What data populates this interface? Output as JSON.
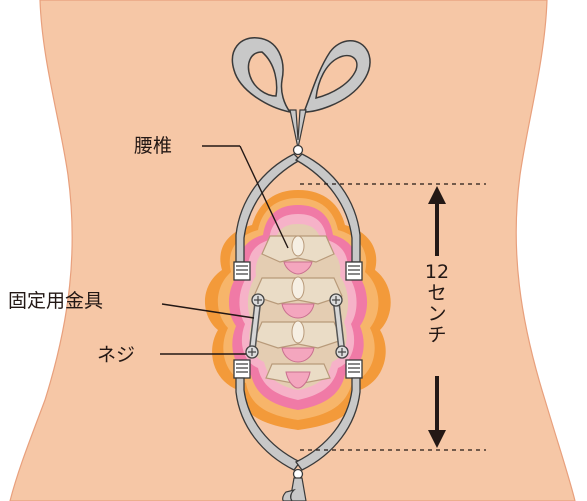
{
  "labels": {
    "lumbar": "腰椎",
    "fixation": "固定用金具",
    "screw": "ネジ"
  },
  "measurement": {
    "value": "12",
    "unit_chars": [
      "セ",
      "ン",
      "チ"
    ]
  },
  "colors": {
    "skin": "#f6c7a6",
    "skin_outline": "#e8a07d",
    "wound_orange": "#f39a3a",
    "wound_pink": "#f07aa6",
    "bone": "#e9d9c2",
    "bone_outline": "#b89a7a",
    "disc_pink": "#f4a6be",
    "metal": "#c8c8c8",
    "metal_outline": "#555555",
    "text": "#231815"
  }
}
